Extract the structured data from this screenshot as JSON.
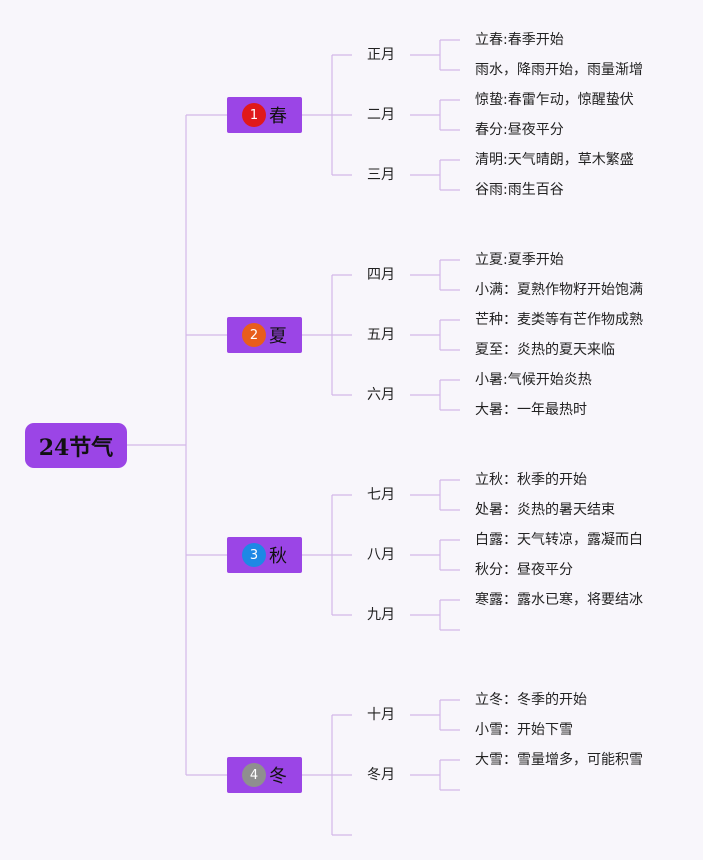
{
  "root": {
    "label": "24节气"
  },
  "seasons": [
    {
      "name": "春",
      "badge": "1",
      "badge_color": "#e0191b",
      "months": [
        {
          "name": "正月",
          "terms": [
            "立春:春季开始",
            "雨水，降雨开始，雨量渐增"
          ]
        },
        {
          "name": "二月",
          "terms": [
            "惊蛰:春雷乍动，惊醒蛰伏",
            "春分:昼夜平分"
          ]
        },
        {
          "name": "三月",
          "terms": [
            "清明:天气晴朗，草木繁盛",
            "谷雨:雨生百谷"
          ]
        }
      ]
    },
    {
      "name": "夏",
      "badge": "2",
      "badge_color": "#e85d1c",
      "months": [
        {
          "name": "四月",
          "terms": [
            "立夏:夏季开始",
            "小满：夏熟作物籽开始饱满"
          ]
        },
        {
          "name": "五月",
          "terms": [
            "芒种：麦类等有芒作物成熟",
            "夏至：炎热的夏天来临"
          ]
        },
        {
          "name": "六月",
          "terms": [
            "小暑:气候开始炎热",
            "大暑：一年最热时"
          ]
        }
      ]
    },
    {
      "name": "秋",
      "badge": "3",
      "badge_color": "#1e88e5",
      "months": [
        {
          "name": "七月",
          "terms": [
            "立秋：秋季的开始",
            "处暑：炎热的暑天结束"
          ]
        },
        {
          "name": "八月",
          "terms": [
            "白露：天气转凉，露凝而白",
            "秋分：昼夜平分"
          ]
        },
        {
          "name": "九月",
          "terms": [
            "寒露：露水已寒，将要结冰",
            ""
          ]
        }
      ]
    },
    {
      "name": "冬",
      "badge": "4",
      "badge_color": "#8f8f8f",
      "months": [
        {
          "name": "十月",
          "terms": [
            "立冬：冬季的开始",
            "小雪：开始下雪"
          ]
        },
        {
          "name": "冬月",
          "terms": [
            "大雪：雪量增多，可能积雪",
            ""
          ]
        },
        {
          "name": "",
          "terms": []
        }
      ]
    }
  ],
  "colors": {
    "node": "#9b45e6",
    "line": "#d3b8e8",
    "background": "#f8f6fb"
  }
}
